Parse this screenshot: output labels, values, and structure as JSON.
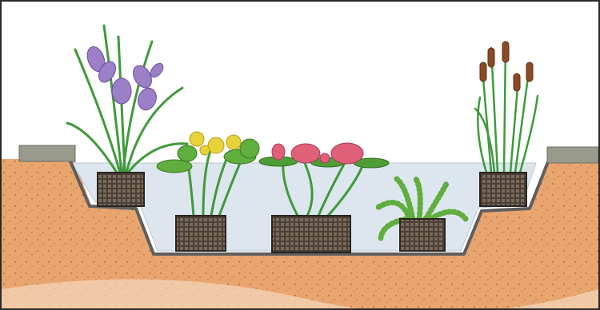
{
  "scene": {
    "subject": "pond-cross-section-with-potted-aquatic-plants",
    "plants": [
      {
        "name": "iris",
        "icon": "iris-icon",
        "flower_color": "#9b7fc7"
      },
      {
        "name": "marsh-marigold",
        "icon": "marsh-marigold-icon",
        "flower_color": "#e8d23a"
      },
      {
        "name": "water-lily",
        "icon": "water-lily-icon",
        "flower_color": "#e0607a"
      },
      {
        "name": "submerged-oxygenator",
        "icon": "oxygenator-icon",
        "flower_color": "#5fae3e"
      },
      {
        "name": "cattail",
        "icon": "cattail-icon",
        "flower_color": "#8a4a24"
      }
    ],
    "colors": {
      "water": "#dfe8ef",
      "soil": "#e6a06a",
      "soil_dark": "#c97e48",
      "liner": "#6e6e6e",
      "edging_stone": "#9a9a8c",
      "basket": "#3a3530",
      "stem": "#3f9a3a"
    }
  }
}
